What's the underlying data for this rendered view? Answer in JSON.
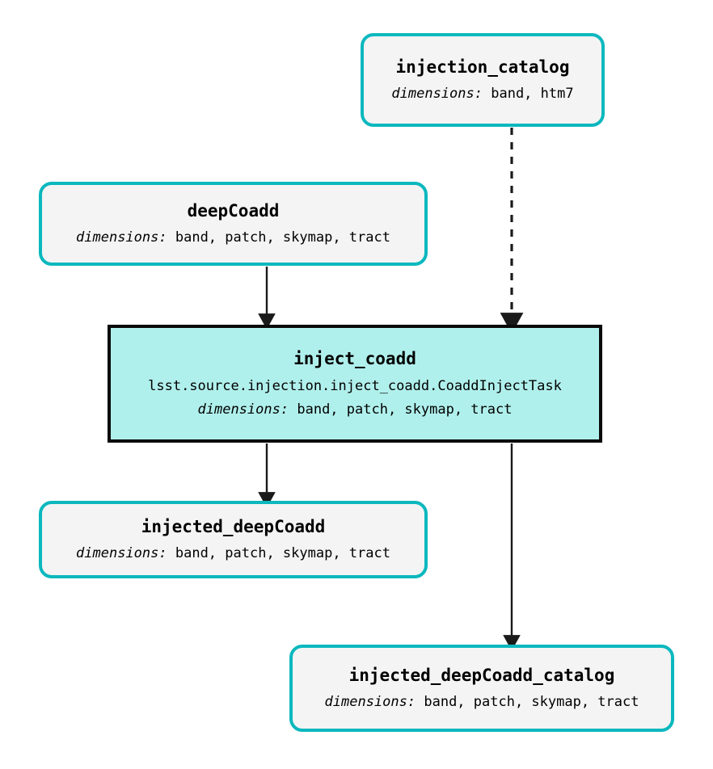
{
  "diagram": {
    "type": "pipeline-dag",
    "background_color": "#ffffff",
    "dataset_border_color": "#0bb8be",
    "dataset_fill_color": "#f4f4f4",
    "task_border_color": "#0a0a0a",
    "task_fill_color": "#b0f0ec",
    "edge_color": "#1a1a1a",
    "dims_label": "dimensions:",
    "nodes": [
      {
        "id": "injection_catalog",
        "kind": "dataset",
        "title": "injection_catalog",
        "dimensions": "band, htm7"
      },
      {
        "id": "deepCoadd",
        "kind": "dataset",
        "title": "deepCoadd",
        "dimensions": "band, patch, skymap, tract"
      },
      {
        "id": "inject_coadd",
        "kind": "task",
        "title": "inject_coadd",
        "class_path": "lsst.source.injection.inject_coadd.CoaddInjectTask",
        "dimensions": "band, patch, skymap, tract"
      },
      {
        "id": "injected_deepCoadd",
        "kind": "dataset",
        "title": "injected_deepCoadd",
        "dimensions": "band, patch, skymap, tract"
      },
      {
        "id": "injected_deepCoadd_catalog",
        "kind": "dataset",
        "title": "injected_deepCoadd_catalog",
        "dimensions": "band, patch, skymap, tract"
      }
    ],
    "edges": [
      {
        "from": "injection_catalog",
        "to": "inject_coadd",
        "style": "dashed"
      },
      {
        "from": "deepCoadd",
        "to": "inject_coadd",
        "style": "solid"
      },
      {
        "from": "inject_coadd",
        "to": "injected_deepCoadd",
        "style": "solid"
      },
      {
        "from": "inject_coadd",
        "to": "injected_deepCoadd_catalog",
        "style": "solid"
      }
    ]
  }
}
